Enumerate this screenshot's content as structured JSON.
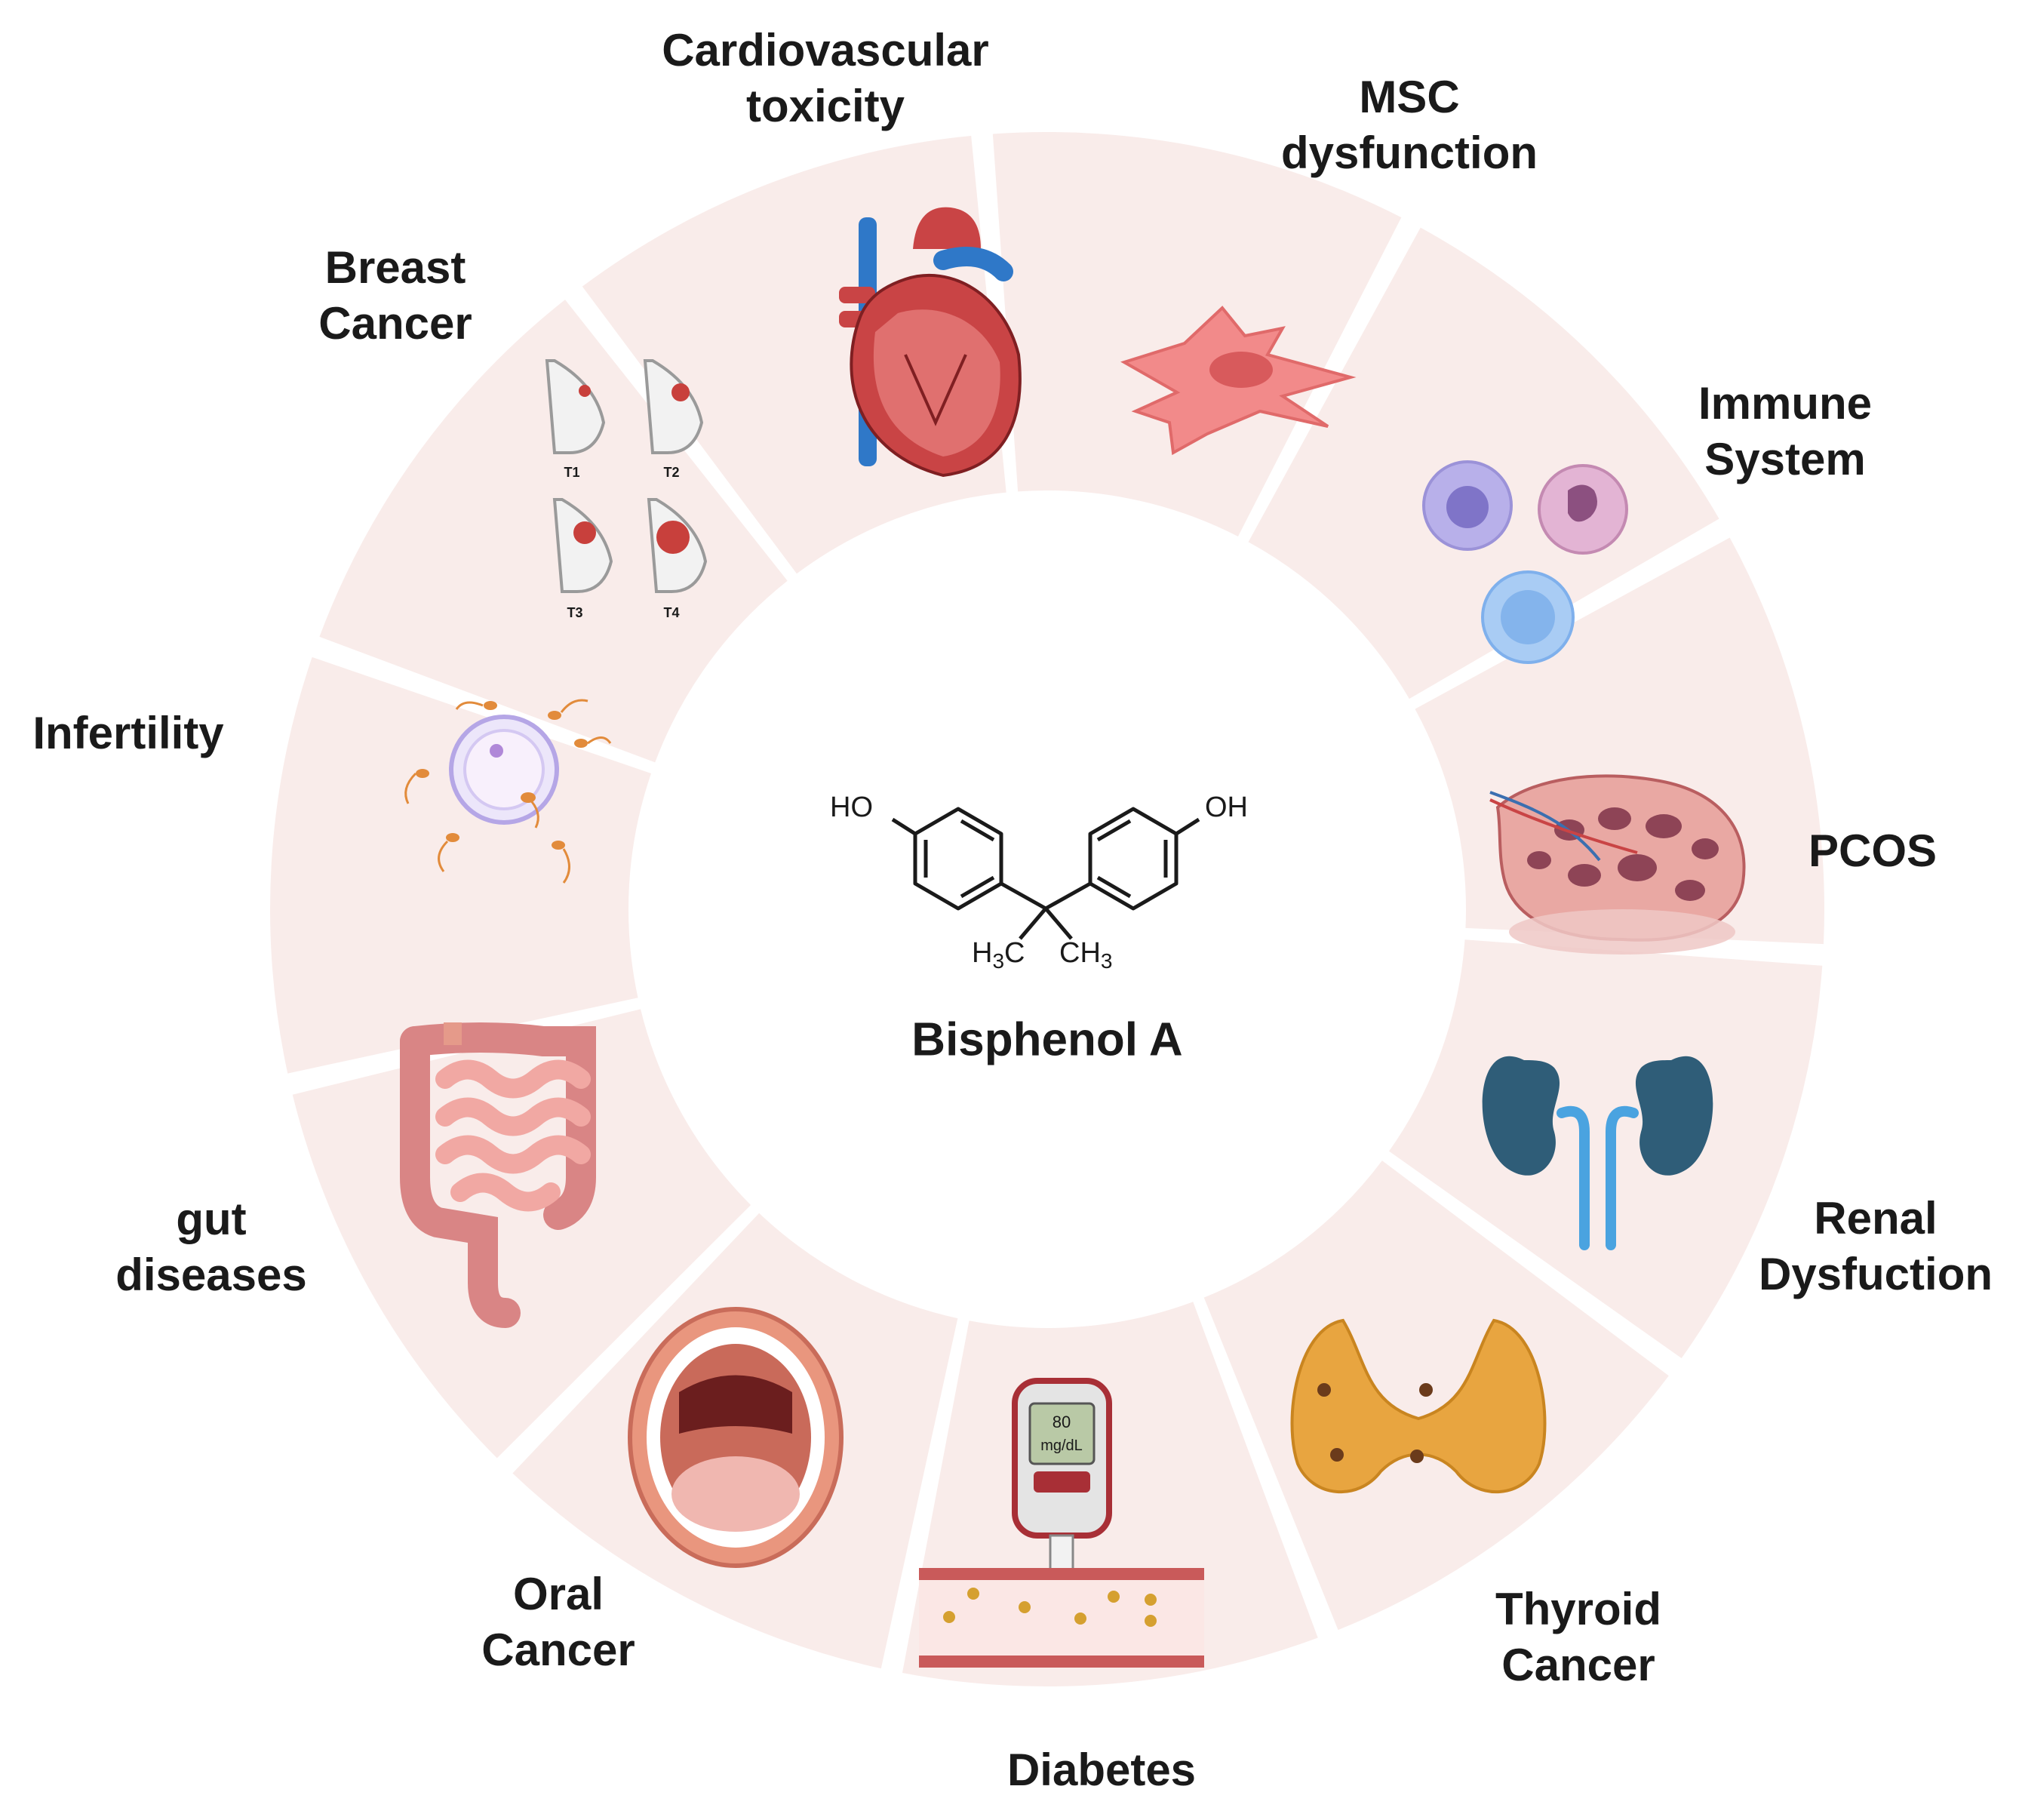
{
  "center": {
    "title": "Bisphenol A",
    "groups": {
      "left_oh": "HO",
      "right_oh": "OH",
      "left_methyl": "H",
      "left_methyl_sub": "3",
      "left_methyl_c": "C",
      "right_methyl": "CH",
      "right_methyl_sub": "3"
    }
  },
  "segments": [
    {
      "id": "cardio",
      "line1": "Cardiovascular",
      "line2": "toxicity",
      "icon": "heart-icon"
    },
    {
      "id": "msc",
      "line1": "MSC",
      "line2": "dysfunction",
      "icon": "stem-cell-icon"
    },
    {
      "id": "immune",
      "line1": "Immune",
      "line2": "System",
      "icon": "immune-cells-icon"
    },
    {
      "id": "pcos",
      "line1": "PCOS",
      "line2": "",
      "icon": "ovary-icon"
    },
    {
      "id": "renal",
      "line1": "Renal",
      "line2": "Dysfuction",
      "icon": "kidneys-icon"
    },
    {
      "id": "thyroid",
      "line1": "Thyroid",
      "line2": "Cancer",
      "icon": "thyroid-icon"
    },
    {
      "id": "diabetes",
      "line1": "Diabetes",
      "line2": "",
      "icon": "glucometer-icon"
    },
    {
      "id": "oral",
      "line1": "Oral",
      "line2": "Cancer",
      "icon": "mouth-icon"
    },
    {
      "id": "gut",
      "line1": "gut",
      "line2": "diseases",
      "icon": "intestine-icon"
    },
    {
      "id": "infertility",
      "line1": "Infertility",
      "line2": "",
      "icon": "egg-sperm-icon"
    },
    {
      "id": "breast",
      "line1": "Breast",
      "line2": "Cancer",
      "icon": "breast-stages-icon"
    }
  ],
  "breast_stages": [
    "T1",
    "T2",
    "T3",
    "T4"
  ],
  "glucometer": {
    "value": "80",
    "unit": "mg/dL"
  },
  "colors": {
    "segment_fill": "#f9ecea",
    "heart_red": "#c94445",
    "vessel_blue": "#2f78c8",
    "kidney_blue": "#2f5d78",
    "thyroid_orange": "#e8a540"
  }
}
